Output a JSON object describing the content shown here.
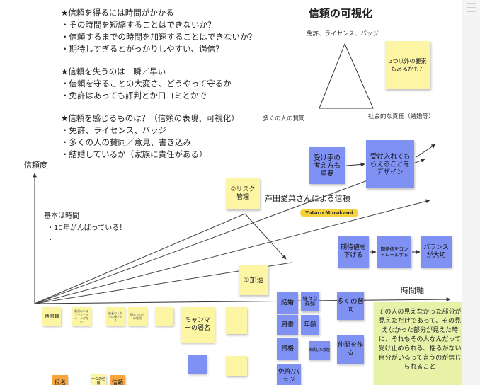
{
  "notes": {
    "section1": [
      "★信頼を得るには時間がかかる",
      "・その時間を短縮することはできないか？",
      "・信頼するまでの時間を加速することはできないか？",
      "・期待しすぎるとがっかりしやすい、過信？"
    ],
    "section2": [
      "★信頼を失うのは一瞬／早い",
      "・信頼を守ることの大変さ、どうやって守るか",
      "・免許はあっても評判とか口コミとかで"
    ],
    "section3": [
      "★信頼を感じるものは？（信頼の表現、可視化）",
      "・免許、ライセンス、バッジ",
      "・多くの人の賛同／意見、書き込み",
      "・結婚しているか（家族に責任がある）"
    ]
  },
  "triangle": {
    "title": "信頼の可視化",
    "top_label": "免許、ライセンス、バッジ",
    "left_label": "多くの人の賛同",
    "right_label": "社会的な責任（結婚等）",
    "sticky": "3つ以外の要素もあるかも？"
  },
  "graph": {
    "y_axis": "信頼度",
    "x_axis": "時間軸",
    "basis": "基本は時間",
    "basis_items": [
      "・10年がんばっている！",
      "・"
    ],
    "risk": "②リスク管理",
    "accel": "①加速",
    "ashida": "芦田愛菜さんによる信頼",
    "cursor_user": "Yutaro Murakami"
  },
  "blue_top": {
    "a": "受け手の考え方も重要",
    "b": "受け入れてもらえることをデザイン"
  },
  "blue_mid": {
    "a": "期待値を下げる",
    "b": "期待値をコントロールする",
    "c": "バランスが大切"
  },
  "blue_grid": {
    "kekkon": "結婚",
    "samazama": "様々な経験",
    "ooku": "多くの賛同",
    "katagaki": "肩書",
    "nenrei": "年齢",
    "shikaku": "資格",
    "small": "実績した技能",
    "nakama": "仲間を作る",
    "menkyo": "免許/バッジ"
  },
  "bottom": {
    "jikanjiku": "時間軸",
    "myanmar": "ミャンマーの署名",
    "tiny1": "最初の人はブランドイメージがない",
    "tiny2": "後者の人から信頼される",
    "tiny3": "積む方の人は軽視",
    "tiny4": "",
    "tiny5": "",
    "tiny6": "",
    "tiny7": "",
    "orange1": "役名",
    "y_small1": "一つの信用",
    "orange2": "信頼",
    "green_note": "その人の見えなかった部分が見えただけであって、その見えなかった部分が見えた時に、それもその人なんだって受け止められる、揺るがない自分がいるって言うのが信じられること"
  }
}
